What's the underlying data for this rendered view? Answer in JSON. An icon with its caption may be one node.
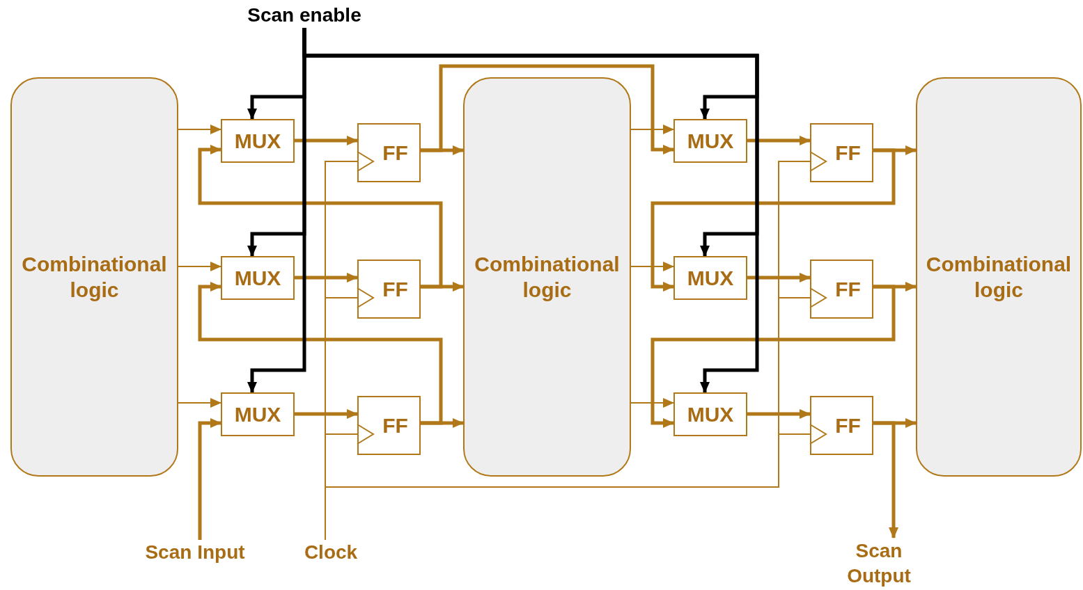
{
  "diagram": {
    "nodes": [
      {
        "text": [
          "Combinational logic"
        ]
      },
      {
        "text": [
          "MUX"
        ]
      },
      {
        "text": [
          "MUX"
        ]
      },
      {
        "text": [
          "MUX"
        ]
      },
      {
        "text": [
          "FF"
        ]
      },
      {
        "text": [
          "FF"
        ]
      },
      {
        "text": [
          "FF"
        ]
      },
      {
        "text": [
          "Combinational logic"
        ]
      },
      {
        "text": [
          "MUX"
        ]
      },
      {
        "text": [
          "MUX"
        ]
      },
      {
        "text": [
          "MUX"
        ]
      },
      {
        "text": [
          "FF"
        ]
      },
      {
        "text": [
          "FF"
        ]
      },
      {
        "text": [
          "FF"
        ]
      },
      {
        "text": [
          "Combinational logic"
        ]
      },
      {
        "text": [
          "Scan enable"
        ]
      },
      {
        "text": [
          "Scan Input"
        ]
      },
      {
        "text": [
          "Clock"
        ]
      },
      {
        "text": [
          "Scan Output"
        ]
      }
    ],
    "edges": [
      {
        "from": 0,
        "to": 1,
        "arrow": "to"
      },
      {
        "from": 0,
        "to": 2,
        "arrow": "to"
      },
      {
        "from": 0,
        "to": 3,
        "arrow": "to"
      },
      {
        "from": 1,
        "to": 4,
        "arrow": "to"
      },
      {
        "from": 2,
        "to": 5,
        "arrow": "to"
      },
      {
        "from": 3,
        "to": 6,
        "arrow": "to"
      },
      {
        "from": 4,
        "to": 7,
        "arrow": "to"
      },
      {
        "from": 5,
        "to": 7,
        "arrow": "to"
      },
      {
        "from": 6,
        "to": 7,
        "arrow": "to"
      },
      {
        "from": 7,
        "to": 8,
        "arrow": "to"
      },
      {
        "from": 7,
        "to": 9,
        "arrow": "to"
      },
      {
        "from": 7,
        "to": 10,
        "arrow": "to"
      },
      {
        "from": 8,
        "to": 11,
        "arrow": "to"
      },
      {
        "from": 9,
        "to": 12,
        "arrow": "to"
      },
      {
        "from": 10,
        "to": 13,
        "arrow": "to"
      },
      {
        "from": 11,
        "to": 14,
        "arrow": "to"
      },
      {
        "from": 12,
        "to": 14,
        "arrow": "to"
      },
      {
        "from": 13,
        "to": 14,
        "arrow": "to"
      },
      {
        "from": 16,
        "to": 3,
        "arrow": "to"
      },
      {
        "from": 6,
        "to": 2,
        "arrow": "to"
      },
      {
        "from": 5,
        "to": 1,
        "arrow": "to"
      },
      {
        "from": 4,
        "to": 8,
        "arrow": "to"
      },
      {
        "from": 11,
        "to": 9,
        "arrow": "to"
      },
      {
        "from": 12,
        "to": 10,
        "arrow": "to"
      },
      {
        "from": 13,
        "to": 18,
        "arrow": "to"
      },
      {
        "from": 15,
        "to": 1,
        "arrow": "to",
        "color": "#000000"
      },
      {
        "from": 15,
        "to": 2,
        "arrow": "to",
        "color": "#000000"
      },
      {
        "from": 15,
        "to": 3,
        "arrow": "to",
        "color": "#000000"
      },
      {
        "from": 15,
        "to": 8,
        "arrow": "to",
        "color": "#000000"
      },
      {
        "from": 15,
        "to": 9,
        "arrow": "to",
        "color": "#000000"
      },
      {
        "from": 15,
        "to": 10,
        "arrow": "to",
        "color": "#000000"
      },
      {
        "from": 17,
        "to": 4,
        "arrow": "to"
      },
      {
        "from": 17,
        "to": 5,
        "arrow": "to"
      },
      {
        "from": 17,
        "to": 6,
        "arrow": "to"
      },
      {
        "from": 17,
        "to": 11,
        "arrow": "to"
      },
      {
        "from": 17,
        "to": 12,
        "arrow": "to"
      },
      {
        "from": 17,
        "to": 13,
        "arrow": "to"
      }
    ]
  }
}
